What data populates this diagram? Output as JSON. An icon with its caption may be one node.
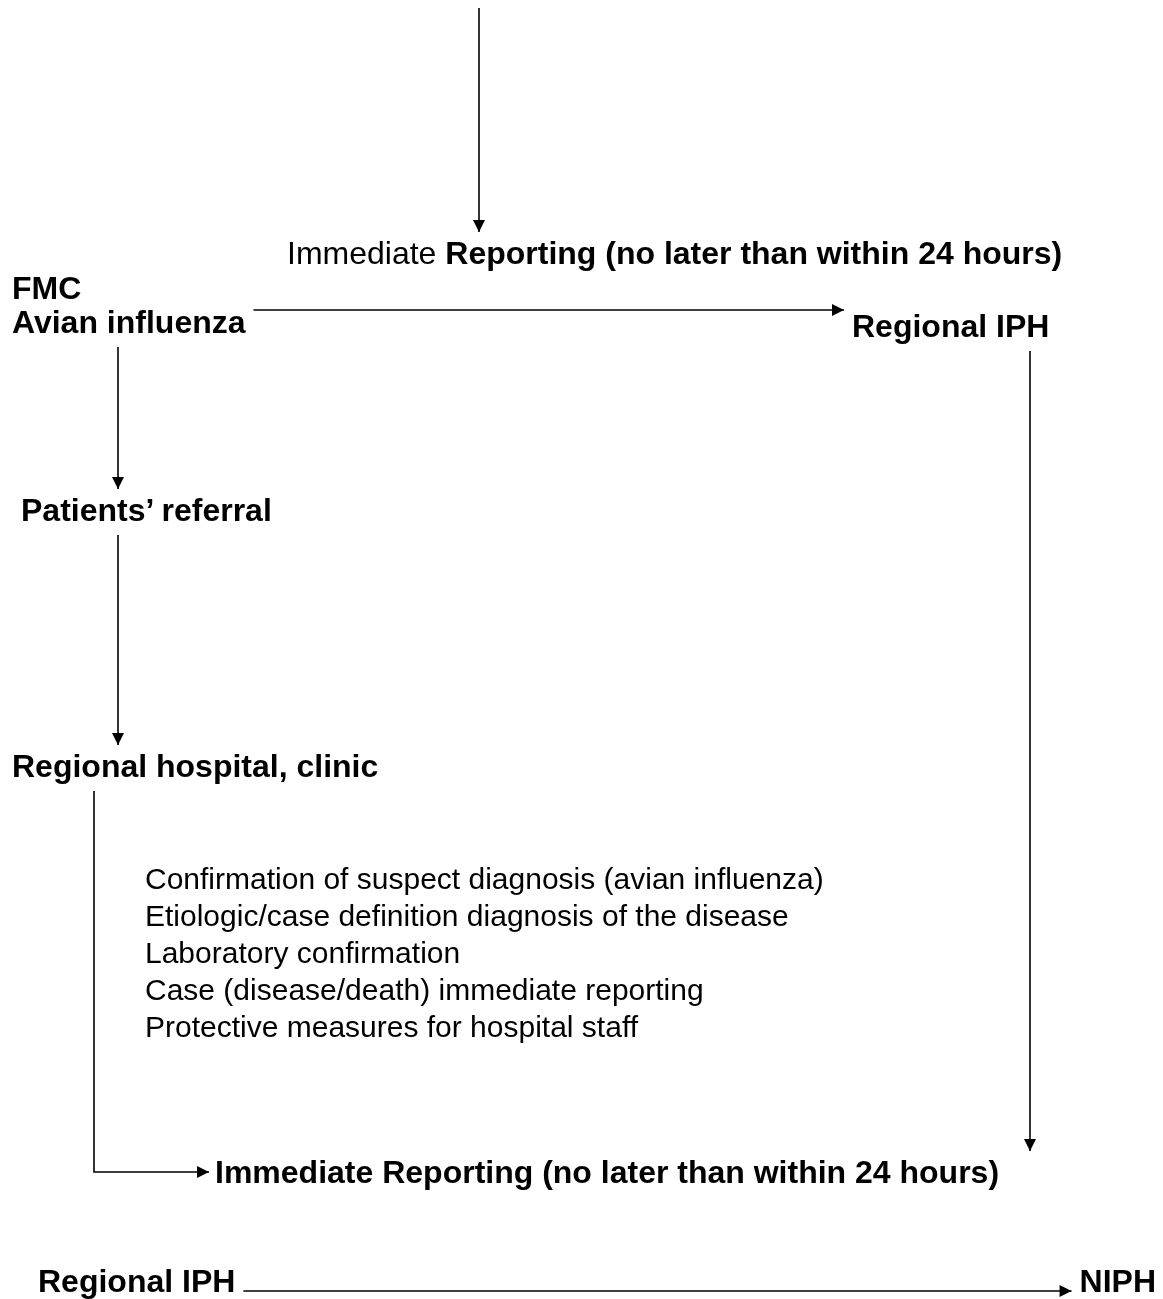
{
  "diagram": {
    "nodes": [
      {
        "text": [
          "Immediate **Reporting (no later than within 24 hours)**"
        ]
      },
      {
        "text": [
          "FMC",
          "Avian influenza"
        ]
      },
      {
        "text": [
          "Regional IPH"
        ]
      },
      {
        "text": [
          "Patients’ referral"
        ]
      },
      {
        "text": [
          "Regional hospital, clinic"
        ]
      },
      {
        "text": [
          "Immediate Reporting (no later than within 24 hours)"
        ]
      },
      {
        "text": [
          "Regional IPH"
        ]
      },
      {
        "text": [
          "NIPH"
        ]
      }
    ],
    "edges": [
      {
        "from": null,
        "to": 0,
        "arrow": "to"
      },
      {
        "from": 1,
        "to": 2,
        "arrow": "to"
      },
      {
        "from": 1,
        "to": 3,
        "arrow": "to"
      },
      {
        "from": 3,
        "to": 4,
        "arrow": "to"
      },
      {
        "from": 4,
        "to": 5,
        "arrow": "to"
      },
      {
        "from": 2,
        "to": 5,
        "arrow": "to"
      },
      {
        "from": 6,
        "to": 7,
        "arrow": "to"
      }
    ],
    "labels": [
      "Confirmation of suspect diagnosis (avian influenza)",
      "Etiologic/case definition diagnosis of the disease",
      "Laboratory confirmation",
      "Case (disease/death) immediate reporting",
      "Protective measures for hospital staff"
    ]
  }
}
